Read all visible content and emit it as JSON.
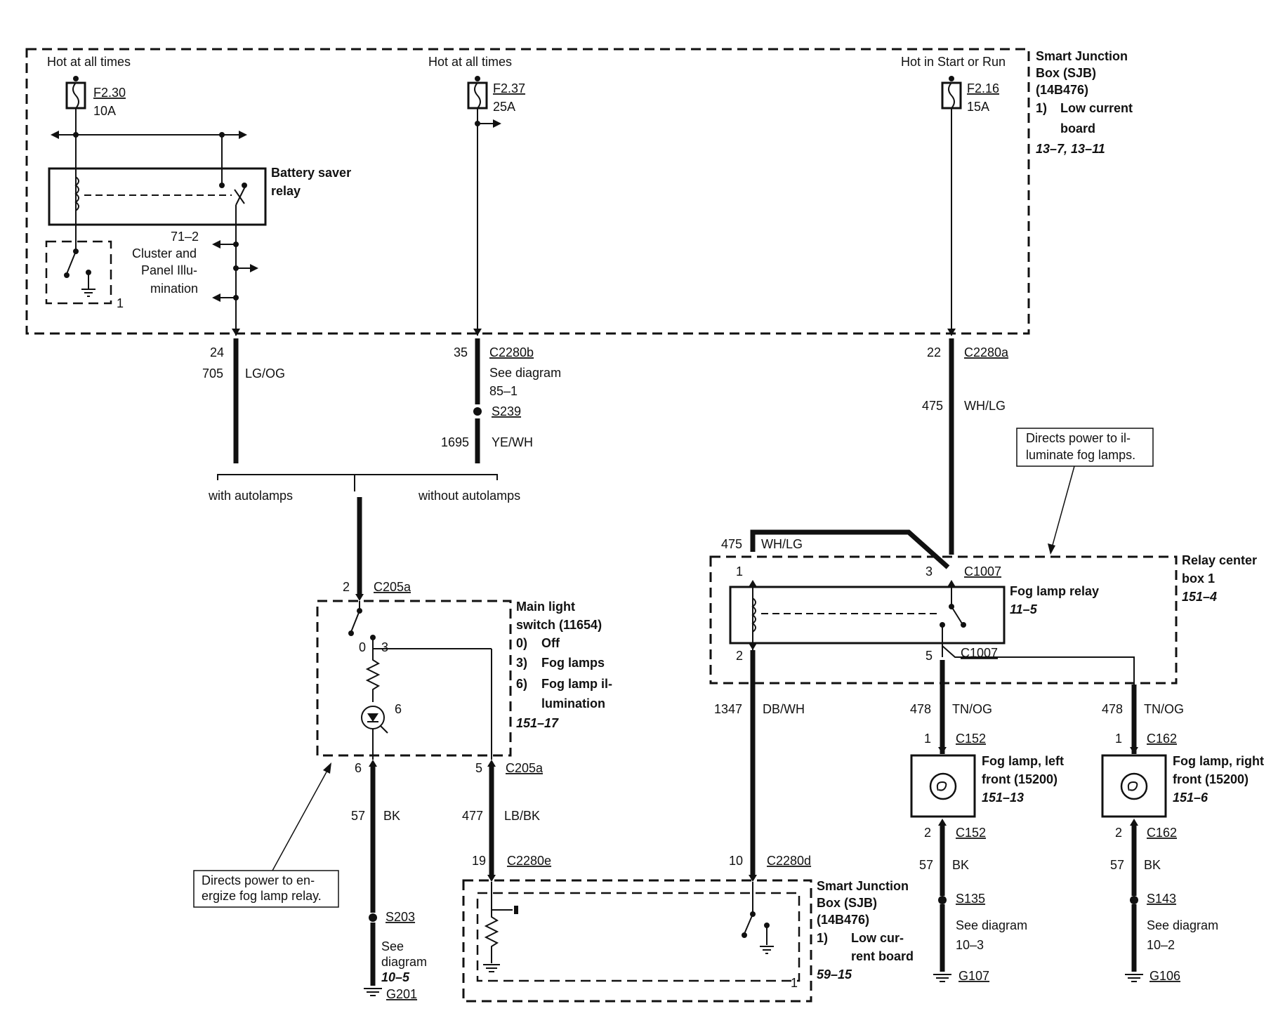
{
  "sjb_top": {
    "hot1": "Hot at all times",
    "hot2": "Hot at all times",
    "hot3": "Hot in Start or Run",
    "fuse1_id": "F2.30",
    "fuse1_amp": "10A",
    "fuse2_id": "F2.37",
    "fuse2_amp": "25A",
    "fuse3_id": "F2.16",
    "fuse3_amp": "15A",
    "title1": "Smart Junction",
    "title2": "Box (SJB)",
    "title3": "(14B476)",
    "item_num": "1)",
    "item1": "Low current",
    "item2": "board",
    "ref": "13–7, 13–11",
    "relay1": "Battery saver",
    "relay2": "relay",
    "illum_ref": "71–2",
    "illum1": "Cluster and",
    "illum2": "Panel Illu-",
    "illum3": "mination",
    "sw_num": "1"
  },
  "circuits": {
    "pin24": "24",
    "c705": "705",
    "col705": "LG/OG",
    "pin35": "35",
    "c2280b": "C2280b",
    "see1": "See diagram",
    "see1ref": "85–1",
    "s239": "S239",
    "c1695": "1695",
    "col1695": "YE/WH",
    "pin22": "22",
    "c2280a": "C2280a",
    "c475": "475",
    "col475": "WH/LG",
    "with_auto": "with autolamps",
    "without_auto": "without autolamps",
    "pin2": "2",
    "c205a_top": "C205a",
    "c475b": "475",
    "col475b": "WH/LG",
    "pin6": "6",
    "pin5": "5",
    "c205a_bot": "C205a",
    "c57a": "57",
    "colBK1": "BK",
    "c477": "477",
    "col477": "LB/BK",
    "c1347": "1347",
    "col1347": "DB/WH",
    "c478a": "478",
    "col478a": "TN/OG",
    "c478b": "478",
    "col478b": "TN/OG",
    "pin19": "19",
    "c2280e": "C2280e",
    "pin10": "10",
    "c2280d": "C2280d",
    "s203": "S203",
    "see_a": "See",
    "see_b": "diagram",
    "see_c": "10–5",
    "g201": "G201"
  },
  "switch": {
    "t1": "Main light",
    "t2": "switch (11654)",
    "o0n": "0)",
    "o0": "Off",
    "o3n": "3)",
    "o3": "Fog lamps",
    "o6n": "6)",
    "o6": "Fog lamp il-",
    "o6b": "lumination",
    "ref": "151–17",
    "p0": "0",
    "p3": "3",
    "p6": "6"
  },
  "relay_center": {
    "t1": "Relay center",
    "t2": "box 1",
    "ref": "151–4",
    "relay": "Fog lamp relay",
    "relay_ref": "11–5",
    "p1": "1",
    "p3": "3",
    "p2": "2",
    "p5": "5",
    "c1007a": "C1007",
    "c1007b": "C1007"
  },
  "callouts": {
    "c1a": "Directs power to il-",
    "c1b": "luminate fog lamps.",
    "c2a": "Directs power to en-",
    "c2b": "ergize fog lamp relay."
  },
  "lamp_left": {
    "pin1": "1",
    "c152a": "C152",
    "t1": "Fog lamp, left",
    "t2": "front (15200)",
    "ref": "151–13",
    "pin2": "2",
    "c152b": "C152",
    "c57": "57",
    "col57": "BK",
    "s135": "S135",
    "see": "See diagram",
    "see_ref": "10–3",
    "g107": "G107"
  },
  "lamp_right": {
    "pin1": "1",
    "c162a": "C162",
    "t1": "Fog lamp, right",
    "t2": "front (15200)",
    "ref": "151–6",
    "pin2": "2",
    "c162b": "C162",
    "c57": "57",
    "col57": "BK",
    "s143": "S143",
    "see": "See diagram",
    "see_ref": "10–2",
    "g106": "G106"
  },
  "sjb_bottom": {
    "title1": "Smart Junction",
    "title2": "Box (SJB)",
    "title3": "(14B476)",
    "item_num": "1)",
    "item1": "Low cur-",
    "item2": "rent board",
    "ref": "59–15",
    "num": "1"
  }
}
